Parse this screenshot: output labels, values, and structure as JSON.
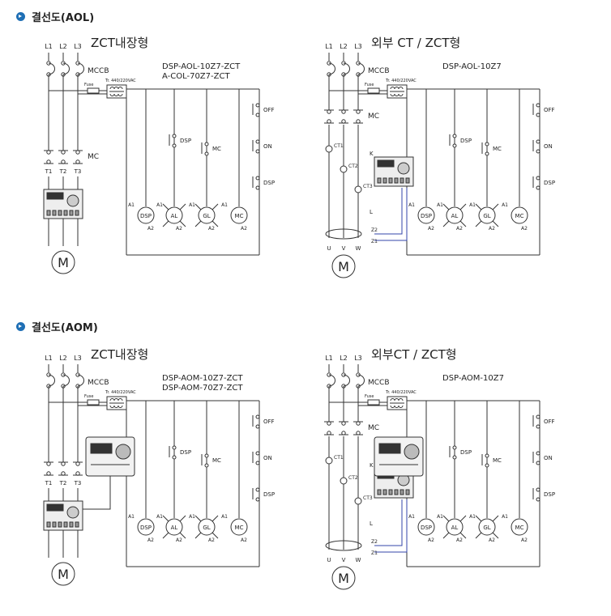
{
  "sections": [
    {
      "title": "결선도(AOL)"
    },
    {
      "title": "결선도(AOM)"
    }
  ],
  "diagrams": [
    {
      "heading": "ZCT내장형",
      "models": [
        "DSP-AOL-10Z7-ZCT",
        "A-COL-70Z7-ZCT"
      ]
    },
    {
      "heading": "외부 CT / ZCT형",
      "models": [
        "DSP-AOL-10Z7"
      ]
    },
    {
      "heading": "ZCT내장형",
      "models": [
        "DSP-AOM-10Z7-ZCT",
        "DSP-AOM-70Z7-ZCT"
      ]
    },
    {
      "heading": "외부CT / ZCT형",
      "models": [
        "DSP-AOM-10Z7"
      ]
    }
  ],
  "labels": {
    "l1": "L1",
    "l2": "L2",
    "l3": "L3",
    "mccb": "MCCB",
    "mc": "MC",
    "fuse": "Fuse",
    "transformer": "Tr. 440/220VAC",
    "t1": "T1",
    "t2": "T2",
    "t3": "T3",
    "u": "U",
    "v": "V",
    "w": "W",
    "motor": "M",
    "off": "OFF",
    "on": "ON",
    "dsp": "DSP",
    "mc_contact": "MC",
    "lamp_dsp": "DSP",
    "lamp_al": "AL",
    "lamp_gl": "GL",
    "lamp_mc": "MC",
    "a1": "A1",
    "a2": "A2",
    "ct1": "CT1",
    "ct2": "CT2",
    "ct3": "CT3",
    "k": "K",
    "l": "L",
    "z1": "Z1",
    "z2": "Z2"
  },
  "colors": {
    "line": "#333333",
    "bullet": "#1f6fb5",
    "zct_wire": "#3344aa",
    "device_display": "#333333"
  }
}
